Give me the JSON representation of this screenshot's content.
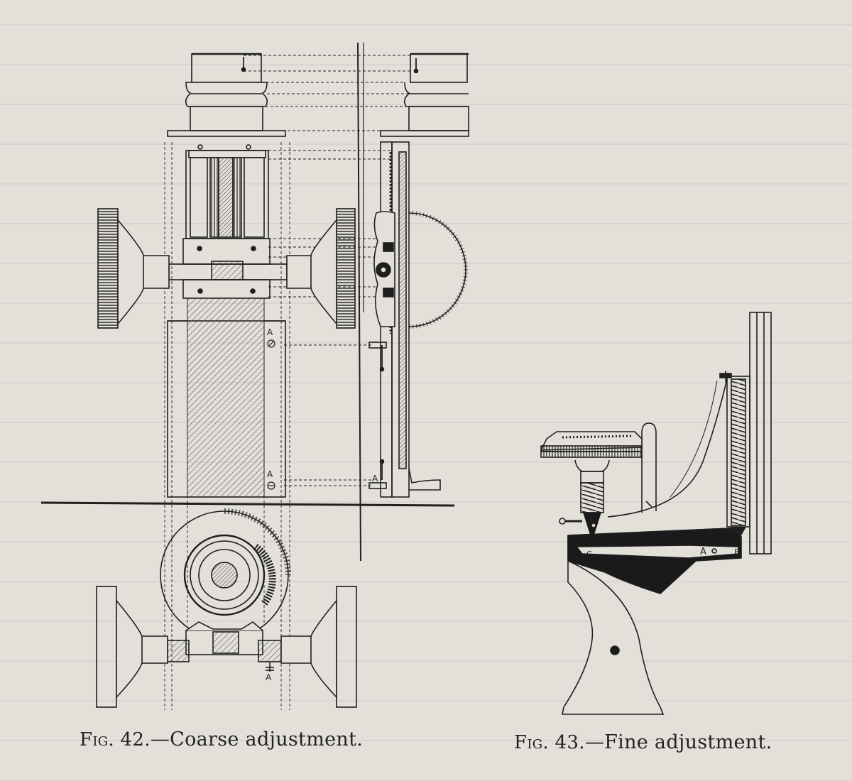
{
  "figures": [
    {
      "id": "fig42",
      "caption_prefix": "Fig. 42.",
      "caption_text": "—Coarse adjustment.",
      "labels": [
        "A",
        "A",
        "A",
        "A"
      ]
    },
    {
      "id": "fig43",
      "caption_prefix": "Fig. 43.",
      "caption_text": "—Fine adjustment.",
      "labels": [
        "C",
        "A",
        "B"
      ]
    }
  ],
  "colors": {
    "ink": "#1f1f1f",
    "paper": "#e3e0da",
    "hatch": "#555555",
    "solid": "#1a1a1a"
  }
}
